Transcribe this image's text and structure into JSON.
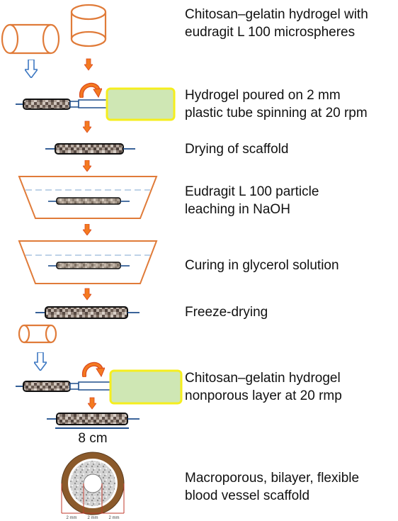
{
  "steps": [
    {
      "line1": "Chitosan–gelatin hydrogel with",
      "line2": "eudragit L 100 microspheres"
    },
    {
      "line1": "Hydrogel poured on 2 mm",
      "line2": "plastic tube spinning at 20 rpm"
    },
    {
      "line1": "Drying of scaffold",
      "line2": ""
    },
    {
      "line1": "Eudragit L 100 particle",
      "line2": "leaching in NaOH"
    },
    {
      "line1": "Curing in glycerol solution",
      "line2": ""
    },
    {
      "line1": "Freeze-drying",
      "line2": ""
    },
    {
      "line1": "Chitosan–gelatin hydrogel",
      "line2": "nonporous layer at 20 rmp"
    },
    {
      "line1": "Macroporous, bilayer, flexible",
      "line2": "blood vessel scaffold"
    }
  ],
  "scale_bar": {
    "label": "8 cm"
  },
  "cross_section": {
    "dim_labels": [
      "2 mm",
      "2 mm",
      "2 mm"
    ]
  },
  "colors": {
    "container_stroke": "#E07B39",
    "flow_arrow": "#F47A20",
    "flow_arrow_dark": "#D9481E",
    "hollow_arrow": "#3E78C2",
    "gel_fill": "#CFE7B4",
    "gel_border": "#F5EE1E",
    "tube_stroke": "#1F4E8C",
    "water_line": "#A9C4E0",
    "outer_ring": "#8B5A2B",
    "inner_ring": "#BDBDBD",
    "measure_line": "#C0392B"
  },
  "icons": {
    "flow_arrow": "orange-down-arrow-icon",
    "hollow_arrow": "hollow-blue-down-arrow-icon",
    "rotation": "curved-rotation-arrow-icon"
  }
}
